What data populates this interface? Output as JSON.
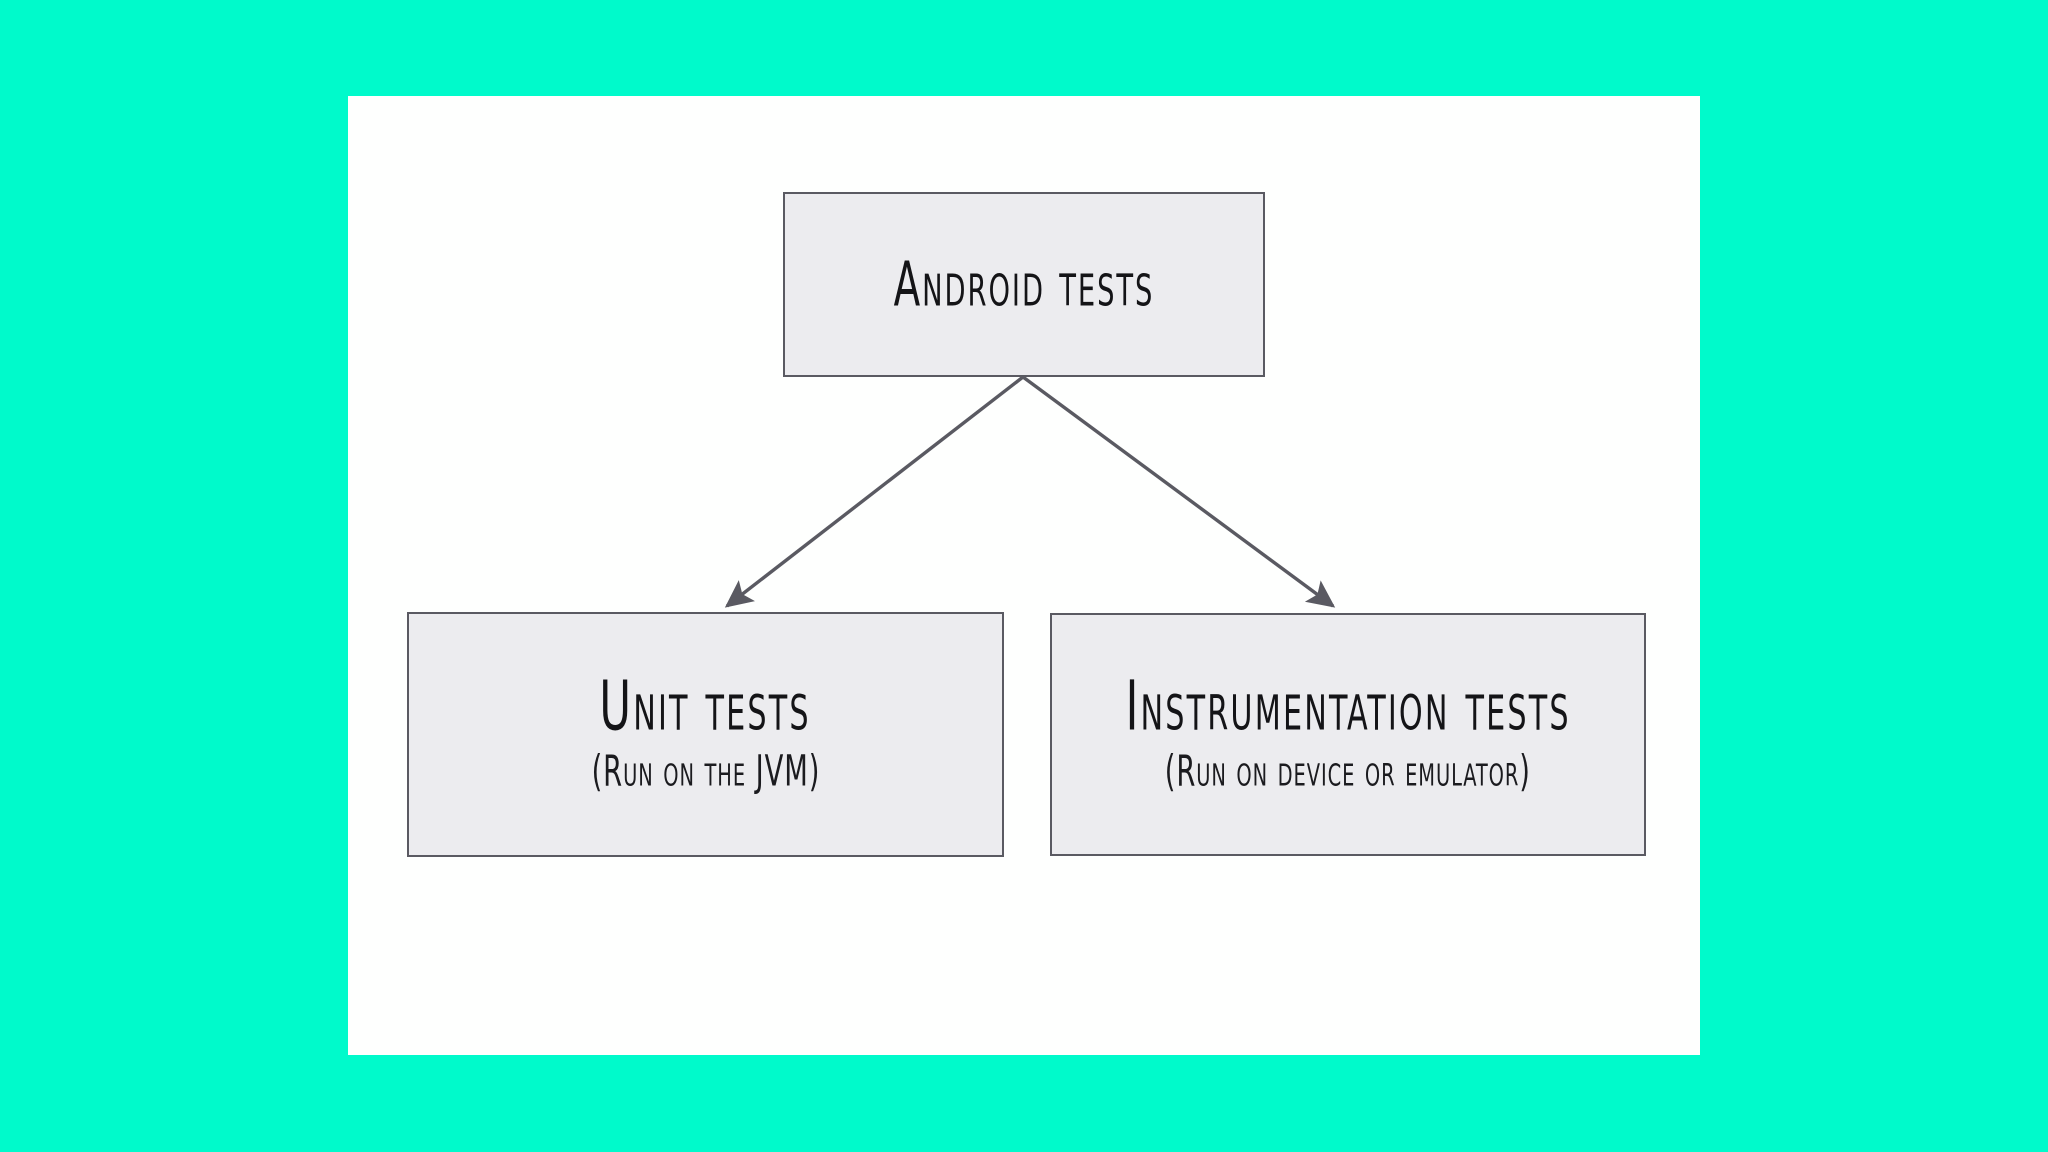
{
  "slide": {
    "background_color": "#00facb",
    "canvas_color": "#fefffe"
  },
  "theme": {
    "node_fill": "#ececef",
    "node_border": "#5a5a62",
    "connector_color": "#5a5a62",
    "text_color": "#17171a"
  },
  "diagram": {
    "type": "hierarchy",
    "orientation": "top-down",
    "nodes": [
      {
        "id": "android-tests",
        "title": "Android tests",
        "subtitle": ""
      },
      {
        "id": "unit-tests",
        "title": "Unit tests",
        "subtitle": "(Run on the JVM)"
      },
      {
        "id": "instrumentation-tests",
        "title": "Instrumentation tests",
        "subtitle": "(Run on device or emulator)"
      }
    ],
    "edges": [
      {
        "from": "android-tests",
        "to": "unit-tests",
        "arrow": "filled-triangle"
      },
      {
        "from": "android-tests",
        "to": "instrumentation-tests",
        "arrow": "filled-triangle"
      }
    ]
  }
}
